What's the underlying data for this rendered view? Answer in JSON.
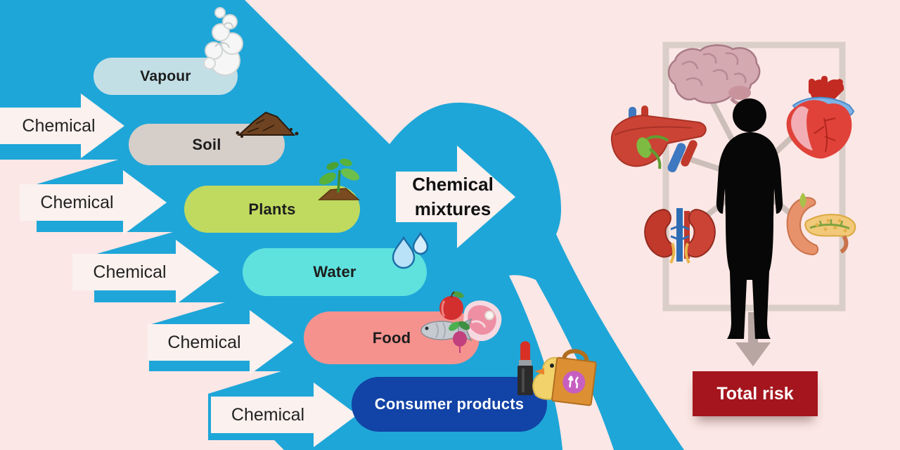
{
  "exposure_flow": {
    "arrow_labels": [
      "Chemical",
      "Chemical",
      "Chemical",
      "Chemical",
      "Chemical"
    ],
    "pills": [
      {
        "label": "Vapour",
        "icon": "vapour-smoke-icon",
        "color": "#C3DFE6",
        "text_color": "#1D1D1D"
      },
      {
        "label": "Soil",
        "icon": "soil-mound-icon",
        "color": "#D6CEC9",
        "text_color": "#1D1D1D"
      },
      {
        "label": "Plants",
        "icon": "seedling-icon",
        "color": "#C0DA5F",
        "text_color": "#1D1D1D"
      },
      {
        "label": "Water",
        "icon": "water-drops-icon",
        "color": "#5FE2DE",
        "text_color": "#1D1D1D"
      },
      {
        "label": "Food",
        "icon": "apple-fish-meat-icons",
        "color": "#F5928E",
        "text_color": "#1D1D1D"
      },
      {
        "label": "Consumer products",
        "icon": "lipstick-duck-box-icons",
        "color": "#1243A6",
        "text_color": "#FFFFFF"
      }
    ],
    "mixtures_arrow": {
      "line1": "Chemical",
      "line2": "mixtures"
    }
  },
  "body_panel": {
    "figure": "human-silhouette",
    "organ_icons": [
      "brain-icon",
      "heart-icon",
      "liver-icon",
      "kidneys-icon",
      "pancreas-icon"
    ]
  },
  "risk": {
    "label": "Total risk",
    "box_color": "#A4151E"
  },
  "colors": {
    "background": "#FBE7E5",
    "flow_shape_blue": "#1FA6D8",
    "arrow_fill": "#FBF1EF",
    "frame": "#DACEC8",
    "connector_lines": "#CCBEB8",
    "down_arrow": "#B7A6A2"
  }
}
